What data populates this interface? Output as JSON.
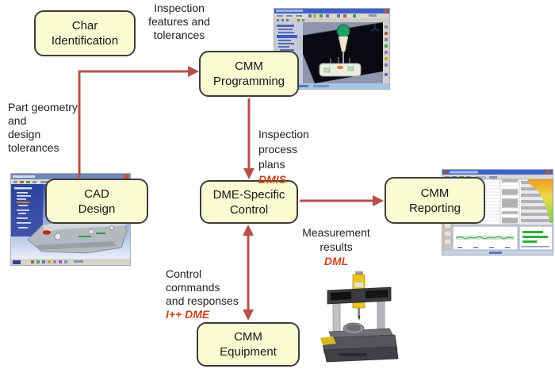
{
  "title": "CMM inspection data-flow diagram",
  "colors": {
    "box_fill": "#fbfbd3",
    "box_border": "#3d3d3d",
    "arrow": "#b5514b",
    "standard_text": "#c8461f",
    "label_text": "#222222"
  },
  "boxes": {
    "char_identification": "Char\nIdentification",
    "cmm_programming": "CMM\nProgramming",
    "cad_design": "CAD\nDesign",
    "dme_control": "DME-Specific\nControl",
    "cmm_reporting": "CMM\nReporting",
    "cmm_equipment": "CMM\nEquipment"
  },
  "annotations": {
    "inspection_features": "Inspection\nfeatures and\ntolerances",
    "part_geometry": "Part geometry\nand\ndesign\ntolerances",
    "inspection_process": "Inspection\nprocess\nplans",
    "inspection_process_standard": "DMIS",
    "measurement_results": "Measurement\nresults",
    "measurement_results_standard": "DML",
    "control_commands": "Control\ncommands\nand responses",
    "control_commands_standard": "I++ DME"
  },
  "images": {
    "cmm_programming_screenshot": "cad-cam-cmm-programming-software-screenshot",
    "cad_design_screenshot": "cad-design-software-screenshot",
    "cmm_reporting_screenshot": "cmm-reporting-software-screenshot",
    "cmm_machine_photo": "bridge-cmm-machine-photo"
  }
}
